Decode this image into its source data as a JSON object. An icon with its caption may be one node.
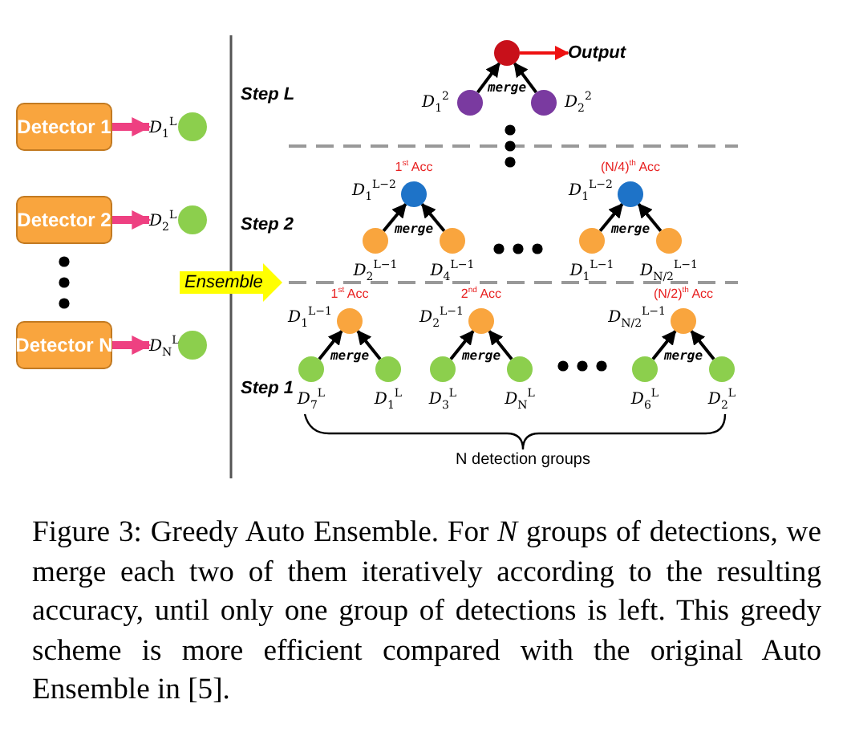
{
  "diagram": {
    "caption": "Figure 3: Greedy Auto Ensemble. For *N* groups of detections, we merge each two of them iteratively according to the resulting accuracy, until only one group of detections is left. This greedy scheme is more efficient compared with the original Auto Ensemble in [5].",
    "nodes": [
      {
        "text": [
          "Detector 1"
        ]
      },
      {
        "text": [
          "Detector 2"
        ]
      },
      {
        "text": [
          "Detector N"
        ]
      },
      {
        "text": [
          "*D*$_{1}$$^{L}$"
        ]
      },
      {
        "text": [
          "*D*$_{2}$$^{L}$"
        ]
      },
      {
        "text": [
          "*D*$_{N}$$^{L}$"
        ]
      },
      {
        "text": [
          "Ensemble"
        ]
      },
      {
        "text": [],
        "shape": "circle"
      },
      {
        "text": [],
        "shape": "circle",
        "beside": [
          "*D*$_{1}$$^{2}$"
        ]
      },
      {
        "text": [],
        "shape": "circle",
        "beside": [
          "*D*$_{2}$$^{2}$"
        ]
      },
      {
        "text": [
          "Output"
        ]
      },
      {
        "text": [],
        "shape": "circle",
        "beside": [
          "1$^{st}$ Acc",
          "*D*$_{1}$$^{L−2}$"
        ]
      },
      {
        "text": [],
        "shape": "circle",
        "beside": [
          "*D*$_{2}$$^{L−1}$"
        ]
      },
      {
        "text": [],
        "shape": "circle",
        "beside": [
          "*D*$_{4}$$^{L−1}$"
        ]
      },
      {
        "text": [],
        "shape": "circle",
        "beside": [
          "(N/4)$^{th}$ Acc",
          "*D*$_{1}$$^{L−2}$"
        ]
      },
      {
        "text": [],
        "shape": "circle",
        "beside": [
          "*D*$_{1}$$^{L−1}$"
        ]
      },
      {
        "text": [],
        "shape": "circle",
        "beside": [
          "*D*$_{N/2}$$^{L−1}$"
        ]
      },
      {
        "text": [],
        "shape": "circle",
        "beside": [
          "1$^{st}$ Acc",
          "*D*$_{1}$$^{L−1}$"
        ]
      },
      {
        "text": [],
        "shape": "circle",
        "beside": [
          "*D*$_{7}$$^{L}$"
        ]
      },
      {
        "text": [],
        "shape": "circle",
        "beside": [
          "*D*$_{1}$$^{L}$"
        ]
      },
      {
        "text": [],
        "shape": "circle",
        "beside": [
          "2$^{nd}$ Acc",
          "*D*$_{2}$$^{L−1}$"
        ]
      },
      {
        "text": [],
        "shape": "circle",
        "beside": [
          "*D*$_{3}$$^{L}$"
        ]
      },
      {
        "text": [],
        "shape": "circle",
        "beside": [
          "*D*$_{N}$$^{L}$"
        ]
      },
      {
        "text": [],
        "shape": "circle",
        "beside": [
          "(N/2)$^{th}$ Acc",
          "*D*$_{N/2}$$^{L−1}$"
        ]
      },
      {
        "text": [],
        "shape": "circle",
        "beside": [
          "*D*$_{6}$$^{L}$"
        ]
      },
      {
        "text": [],
        "shape": "circle",
        "beside": [
          "*D*$_{2}$$^{L}$"
        ]
      }
    ],
    "edges": [
      {
        "from": 0,
        "to": 3,
        "arrow": "to",
        "style": "thick",
        "color": "#ee4081"
      },
      {
        "from": 1,
        "to": 4,
        "arrow": "to",
        "style": "thick",
        "color": "#ee4081"
      },
      {
        "from": 2,
        "to": 5,
        "arrow": "to",
        "style": "thick",
        "color": "#ee4081"
      },
      {
        "from": 7,
        "to": 10,
        "arrow": "to",
        "color": "#ee1111"
      },
      {
        "from": 8,
        "to": 7,
        "arrow": "to"
      },
      {
        "from": 9,
        "to": 7,
        "arrow": "to"
      },
      {
        "from": 12,
        "to": 11,
        "arrow": "to"
      },
      {
        "from": 13,
        "to": 11,
        "arrow": "to"
      },
      {
        "from": 15,
        "to": 14,
        "arrow": "to"
      },
      {
        "from": 16,
        "to": 14,
        "arrow": "to"
      },
      {
        "from": 18,
        "to": 17,
        "arrow": "to"
      },
      {
        "from": 19,
        "to": 17,
        "arrow": "to"
      },
      {
        "from": 21,
        "to": 20,
        "arrow": "to"
      },
      {
        "from": 22,
        "to": 20,
        "arrow": "to"
      },
      {
        "from": 24,
        "to": 23,
        "arrow": "to"
      },
      {
        "from": 25,
        "to": 23,
        "arrow": "to"
      }
    ],
    "labels": [
      "Step L",
      "merge",
      "Step 2",
      "merge",
      "merge",
      "Step 1",
      "merge",
      "merge",
      "merge",
      "N detection groups"
    ]
  }
}
